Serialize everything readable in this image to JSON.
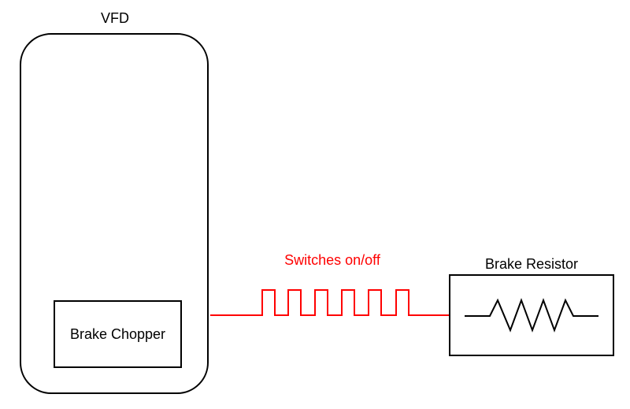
{
  "diagram": {
    "vfd": {
      "label": "VFD"
    },
    "chopper": {
      "label": "Brake Chopper"
    },
    "resistor": {
      "label": "Brake Resistor"
    },
    "signal": {
      "label": "Switches on/off",
      "color": "#ff0000"
    },
    "stroke_color": "#000000"
  }
}
